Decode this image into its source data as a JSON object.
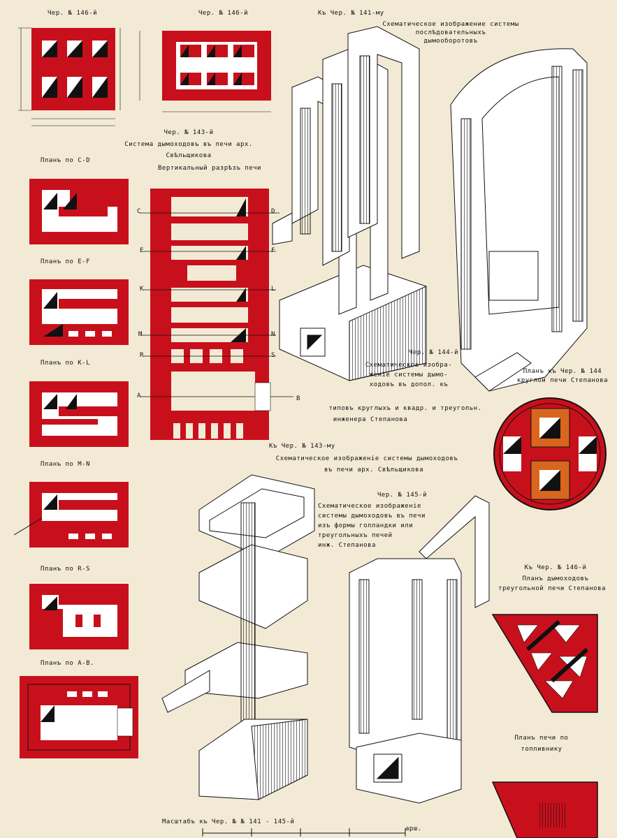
{
  "titles": {
    "fig146_top": "Чер. № 146-й",
    "fig146_right": "Чер. № 146-й",
    "fig141": "Къ Чер. № 141-му",
    "fig141_desc_1": "Схематическое изображение системы",
    "fig141_desc_2": "послѣдовательныхъ",
    "fig141_desc_3": "дымооборотовъ",
    "fig143": "Чер. № 143-й",
    "fig143_desc_1": "Система дымоходовъ въ печи арх.",
    "fig143_desc_2": "Свѣльщикова",
    "fig143_desc_3": "Вертикальный разрѣзъ печи",
    "fig144": "Чер. № 144-й",
    "fig144_desc_1": "Схематическое изобра-",
    "fig144_desc_2": "женіе системы дымо-",
    "fig144_desc_3": "ходовъ въ допол. къ",
    "fig144_desc_4": "типовъ круглыхъ и квадр. и треугольн.",
    "fig144_desc_5": "инженера Степанова",
    "round_plan_1": "Планъ къ Чер. № 144",
    "round_plan_2": "круглой печи Степанова",
    "fig143b": "Къ Чер. № 143-му",
    "fig143b_desc_1": "Схематическое изображеніе системы дымоходовъ",
    "fig143b_desc_2": "въ печи арх. Свѣльщикова",
    "fig145": "Чер. № 145-й",
    "fig145_desc_1": "Схематическое изображеніе",
    "fig145_desc_2": "системы дымоходовъ въ печи",
    "fig145_desc_3": "изъ формы голландки или",
    "fig145_desc_4": "треугольныхъ печей",
    "fig145_desc_5": "инж. Степанова",
    "fig146b_1": "Къ Чер. № 146-й",
    "fig146b_2": "Планъ дымоходовъ",
    "fig146b_3": "треугольной печи Степанова",
    "plan_by_firebox_1": "Планъ печи по",
    "plan_by_firebox_2": "топливнику",
    "scale_1": "Масштабъ къ Чер. № № 141 - 145-й",
    "scale_2": "арш."
  },
  "plans": {
    "cd": "Планъ по C-D",
    "ef": "Планъ по E-F",
    "kl": "Планъ по K-L",
    "mn": "Планъ по M-N",
    "rs": "Планъ по R-S",
    "ab": "Планъ по A-B."
  },
  "section_letters": {
    "c": "C",
    "d": "D",
    "e": "E",
    "f": "F",
    "k": "K",
    "l": "L",
    "m": "M",
    "n": "N",
    "r": "R",
    "s": "S",
    "a": "A",
    "b": "B"
  },
  "colors": {
    "brick": "#c8101c",
    "paper": "#f3ead6",
    "ink": "#111111",
    "orange": "#d9661e"
  }
}
